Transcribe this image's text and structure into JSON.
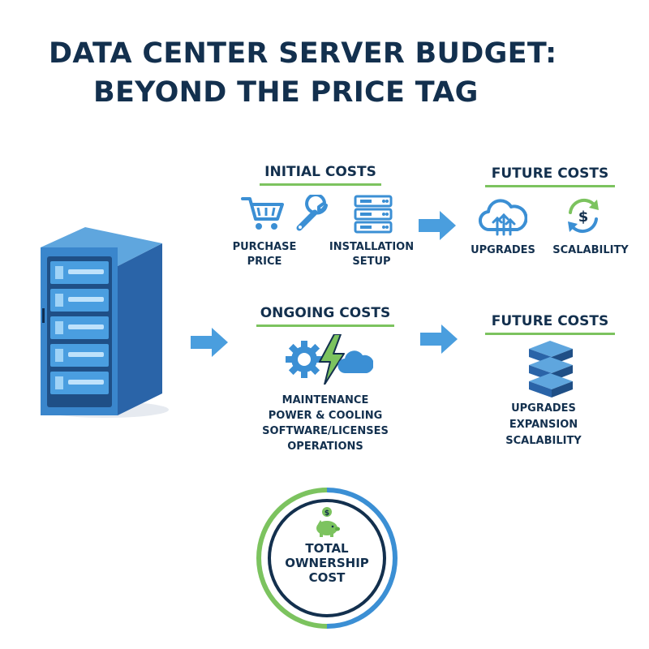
{
  "title": {
    "line1": "DATA CENTER SERVER BUDGET:",
    "line2": "BEYOND THE PRICE TAG"
  },
  "sections": {
    "initial": {
      "heading": "INITIAL COSTS",
      "items": [
        {
          "icon": "shopping-cart-icon",
          "lines": [
            "PURCHASE",
            "PRICE"
          ]
        },
        {
          "icon": "wrench-icon",
          "lines": []
        },
        {
          "icon": "server-stack-icon",
          "lines": [
            "INSTALLATION",
            "SETUP"
          ]
        }
      ]
    },
    "future_top": {
      "heading": "FUTURE COSTS",
      "items": [
        {
          "icon": "cloud-upload-icon",
          "lines": [
            "UPGRADES"
          ]
        },
        {
          "icon": "dollar-cycle-icon",
          "lines": [
            "SCALABILITY"
          ]
        }
      ]
    },
    "ongoing": {
      "heading": "ONGOING COSTS",
      "icons": [
        "gear-icon",
        "lightning-bolt-icon",
        "cloud-icon"
      ],
      "lines": [
        "MAINTENANCE",
        "POWER & COOLING",
        "SOFTWARE/LICENSES",
        "OPERATIONS"
      ]
    },
    "future_bottom": {
      "heading": "FUTURE COSTS",
      "icon": "server-stack-icon",
      "lines": [
        "UPGRADES",
        "EXPANSION",
        "SCALABILITY"
      ]
    }
  },
  "total": {
    "icon": "piggy-bank-icon",
    "lines": [
      "TOTAL",
      "OWNERSHIP",
      "COST"
    ]
  },
  "colors": {
    "navy": "#13304e",
    "blue": "#3b8fd4",
    "green": "#7cc35f",
    "arrow": "#4a9ede"
  }
}
